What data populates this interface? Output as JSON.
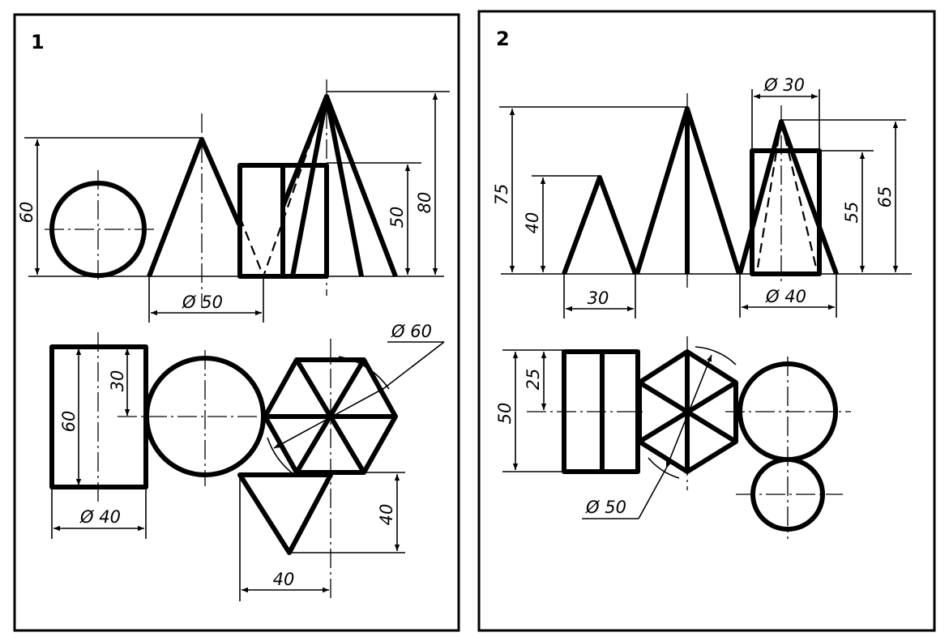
{
  "panel_1": {
    "number": "1",
    "dims": {
      "height_60_front": "60",
      "height_50": "50",
      "height_80": "80",
      "dia_50": "Ø 50",
      "dia_60": "Ø 60",
      "h_30": "30",
      "h_60_plan": "60",
      "dia_40": "Ø 40",
      "h_40": "40",
      "w_40": "40"
    }
  },
  "panel_2": {
    "number": "2",
    "dims": {
      "dia_30": "Ø 30",
      "h_75": "75",
      "h_40": "40",
      "h_55": "55",
      "h_65": "65",
      "w_30": "30",
      "dia_40": "Ø 40",
      "h_25": "25",
      "h_50": "50",
      "dia_50": "Ø 50"
    }
  }
}
